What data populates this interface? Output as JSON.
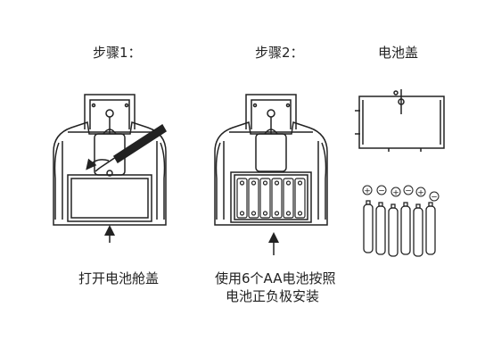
{
  "step1": {
    "title": "步骤1：",
    "caption": "打开电池舱盖"
  },
  "step2": {
    "title": "步骤2：",
    "caption_line1": "使用6个AA电池按照",
    "caption_line2": "电池正负极安装"
  },
  "cover": {
    "title": "电池盖"
  },
  "polarity_marks": [
    "+",
    "−",
    "+",
    "−",
    "+",
    "−"
  ],
  "battery_count": 6,
  "colors": {
    "line": "#222222",
    "background": "#ffffff"
  }
}
